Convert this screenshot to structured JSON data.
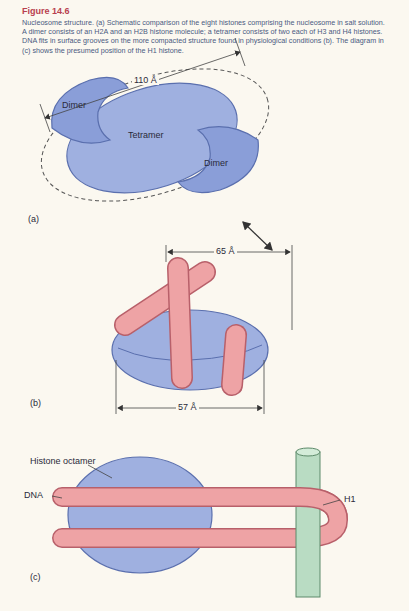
{
  "diagram": {
    "title": "Figure 14.6",
    "caption": "Nucleosome structure. (a) Schematic comparison of the eight histones comprising the nucleosome in salt solution. A dimer consists of an H2A and an H2B histone molecule; a tetramer consists of two each of H3 and H4 histones. DNA fits in surface grooves on the more compacted structure found in physiological conditions (b). The diagram in (c) shows the presumed position of the H1 histone.",
    "labels": [
      "Dimer",
      "Tetramer",
      "Dimer",
      "110 Å",
      "(a)",
      "65 Å",
      "57 Å",
      "(b)",
      "Histone octamer",
      "DNA",
      "H1",
      "(c)"
    ]
  }
}
